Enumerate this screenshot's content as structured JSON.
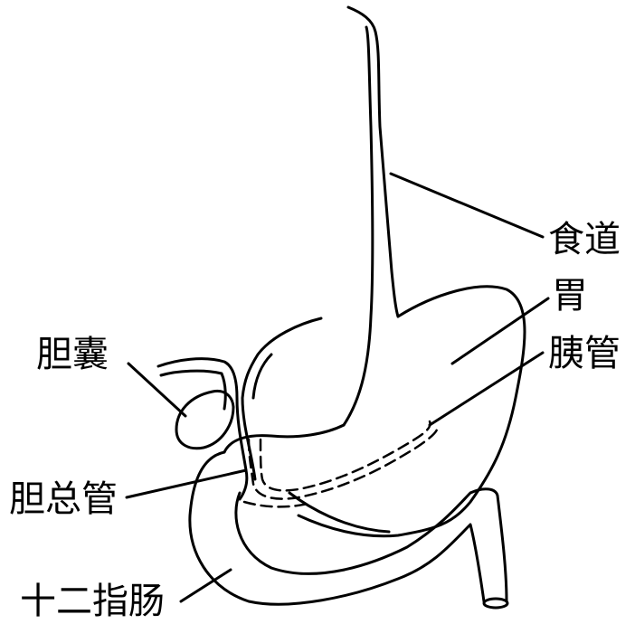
{
  "labels": {
    "esophagus": "食道",
    "stomach": "胃",
    "pancreatic_duct": "胰管",
    "gallbladder": "胆囊",
    "common_bile_duct": "胆总管",
    "duodenum": "十二指肠"
  }
}
